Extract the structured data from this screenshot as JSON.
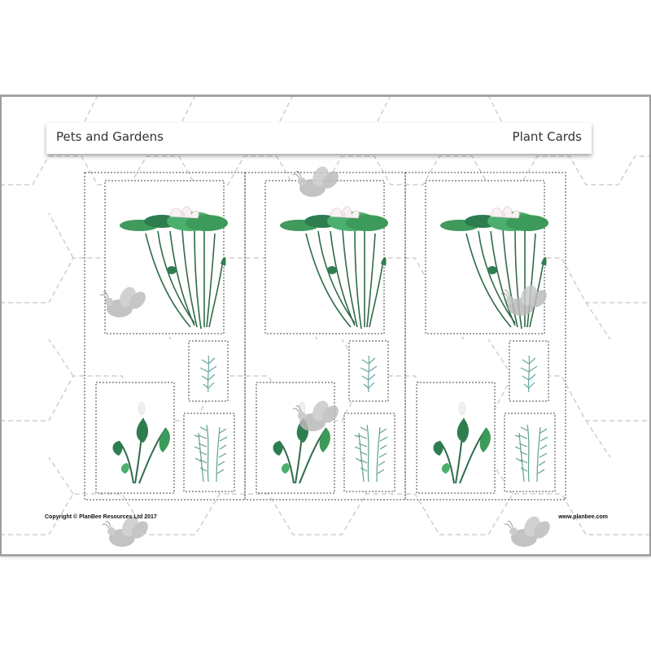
{
  "header": {
    "title_left": "Pets and Gardens",
    "title_right": "Plant Cards"
  },
  "footer": {
    "copyright": "Copyright © PlanBee Resources Ltd 2017",
    "website": "www.planbee.com"
  },
  "plants": [
    "water-lily",
    "arrowhead",
    "pondweed-small",
    "pondweed-large"
  ],
  "card_sets": 3,
  "colors": {
    "leaf_dark": "#2e7d4f",
    "leaf_light": "#4caf6d",
    "stem": "#2f6b48",
    "pondweed": "#6aa8a0",
    "bee": "#bdbdbd",
    "dotted_line": "#444444",
    "hex_line": "#c8c8c8"
  }
}
